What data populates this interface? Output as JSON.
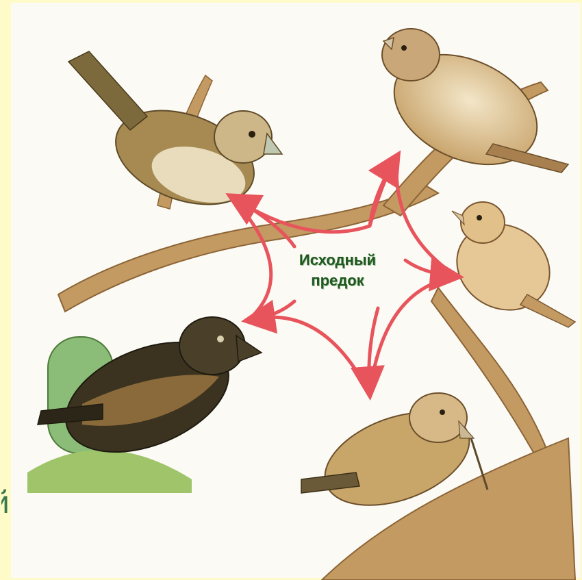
{
  "diagram": {
    "center_label": [
      "Исходный",
      "предок"
    ],
    "edge_fragment": "й",
    "colors": {
      "background": "#fffbc8",
      "panel": "#fbfaf4",
      "arrow": "#e8545c",
      "label": "#1e5a1e",
      "branch": "#b98d55"
    },
    "nodes": [
      {
        "name": "finch-top-left",
        "icon": "seed-eating-finch-icon"
      },
      {
        "name": "finch-top-right",
        "icon": "insect-eating-finch-icon"
      },
      {
        "name": "finch-right",
        "icon": "small-tree-finch-icon"
      },
      {
        "name": "finch-bottom-right",
        "icon": "woodpecker-finch-icon"
      },
      {
        "name": "finch-bottom-left",
        "icon": "cactus-ground-finch-icon"
      }
    ]
  }
}
